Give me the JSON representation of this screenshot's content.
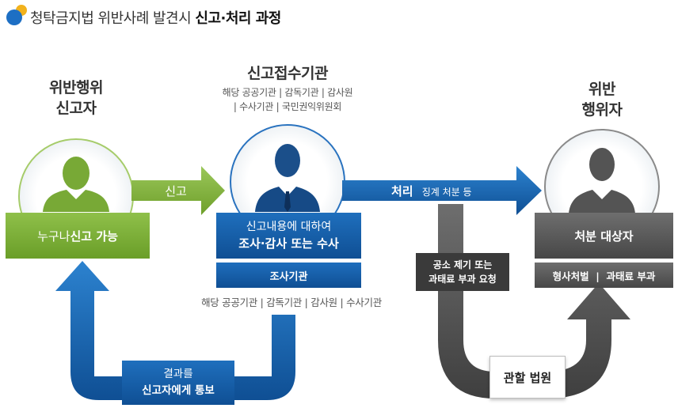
{
  "title": {
    "main": "청탁금지법 위반사례 발견시 ",
    "bold": "신고·처리 과정"
  },
  "reporter": {
    "heading_line1": "위반행위",
    "heading_line2": "신고자",
    "box_prefix": "누구나 ",
    "box_bold": "신고 가능"
  },
  "agency": {
    "heading": "신고접수기관",
    "sub_line1": "해당 공공기관 | 감독기관 | 감사원",
    "sub_line2": "| 수사기관 | 국민권익위원회",
    "box_line1": "신고내용에 대하여",
    "box_line2": "조사·감사 또는 수사",
    "investigate_label": "조사기관",
    "investigate_sub": "해당 공공기관 | 감독기관 | 감사원 | 수사기관"
  },
  "violator": {
    "heading_line1": "위반",
    "heading_line2": "행위자",
    "box_label": "처분 대상자",
    "penalty_label": "형사처벌  |  과태료 부과"
  },
  "arrows": {
    "report": "신고",
    "process_bold": "처리",
    "process_sub": "징계 처분 등",
    "prosecution_line1": "공소 제기 또는",
    "prosecution_line2": "과태료 부과 요청",
    "result_line1": "결과를",
    "result_line2": "신고자에게 통보",
    "court": "관할 법원"
  },
  "colors": {
    "green": "#7bb032",
    "green_dark": "#5e8e1e",
    "blue": "#1a66b0",
    "blue_dark": "#0d4a8a",
    "gray": "#5a5a5a",
    "gray_dark": "#3a3a3a"
  }
}
